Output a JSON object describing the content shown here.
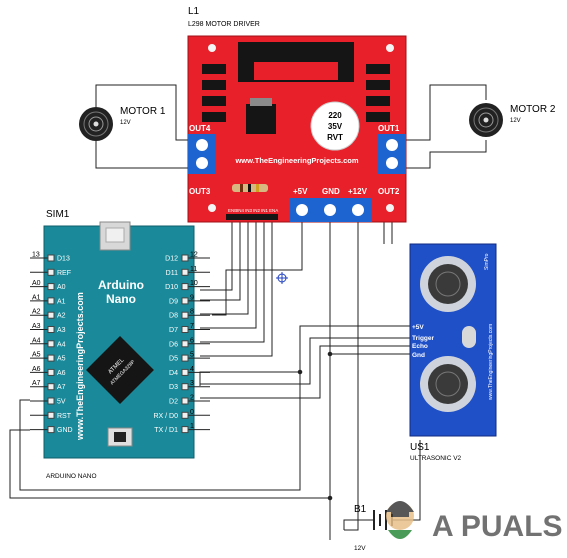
{
  "motor_driver": {
    "ref": "L1",
    "model": "L298 MOTOR DRIVER",
    "website": "www.TheEngineeringProjects.com",
    "capacitor": [
      "220",
      "35V",
      "RVT"
    ],
    "terminals": [
      "OUT4",
      "OUT3",
      "OUT1",
      "OUT2"
    ],
    "power_labels": [
      "+5V",
      "GND",
      "+12V"
    ],
    "input_pins": [
      "ENB",
      "IN4",
      "IN3",
      "IN2",
      "IN1",
      "ENA"
    ]
  },
  "motor1": {
    "name": "MOTOR 1",
    "voltage": "12V"
  },
  "motor2": {
    "name": "MOTOR 2",
    "voltage": "12V"
  },
  "arduino": {
    "ref": "SIM1",
    "name_line1": "Arduino",
    "name_line2": "Nano",
    "website": "www.TheEngineeringProjects.com",
    "chip_line1": "ATMEL",
    "chip_line2": "ATMEGA328P",
    "footer": "ARDUINO NANO",
    "left_pins": [
      "D13",
      "REF",
      "A0",
      "A1",
      "A2",
      "A3",
      "A4",
      "A5",
      "A6",
      "A7",
      "5V",
      "RST",
      "GND"
    ],
    "left_numbers": [
      "13",
      "",
      "A0",
      "A1",
      "A2",
      "A3",
      "A4",
      "A5",
      "A6",
      "A7",
      "",
      "",
      ""
    ],
    "right_pins": [
      "D12",
      "D11",
      "D10",
      "D9",
      "D8",
      "D7",
      "D6",
      "D5",
      "D4",
      "D3",
      "D2",
      "RX / D0",
      "TX / D1"
    ],
    "right_numbers": [
      "12",
      "11",
      "10",
      "9",
      "8",
      "7",
      "6",
      "5",
      "4",
      "3",
      "2",
      "0",
      "1"
    ]
  },
  "ultrasonic": {
    "ref": "US1",
    "model": "ULTRASONIC V2",
    "pins": [
      "+5V",
      "Trigger",
      "Echo",
      "Gnd"
    ],
    "side_text": "www.TheEngineeringProjects.com",
    "tag": "SimPro"
  },
  "battery": {
    "ref": "B1",
    "voltage": "12V"
  },
  "watermark": {
    "text": "A  PUALS"
  },
  "colors": {
    "driver_red": "#e8202a",
    "arduino_teal": "#1a8a9a",
    "sensor_blue": "#2050c8",
    "terminal_blue": "#1e64d0",
    "wire": "#1a1a1a"
  }
}
